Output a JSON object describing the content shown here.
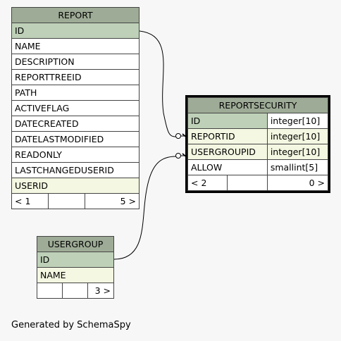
{
  "report": {
    "title": "REPORT",
    "columns": [
      "ID",
      "NAME",
      "DESCRIPTION",
      "REPORTTREEID",
      "PATH",
      "ACTIVEFLAG",
      "DATECREATED",
      "DATELASTMODIFIED",
      "READONLY",
      "LASTCHANGEDUSERID",
      "USERID"
    ],
    "footer_left": "< 1",
    "footer_right": "5 >"
  },
  "reportsecurity": {
    "title": "REPORTSECURITY",
    "columns": [
      {
        "name": "ID",
        "type": "integer[10]"
      },
      {
        "name": "REPORTID",
        "type": "integer[10]"
      },
      {
        "name": "USERGROUPID",
        "type": "integer[10]"
      },
      {
        "name": "ALLOW",
        "type": "smallint[5]"
      }
    ],
    "footer_left": "< 2",
    "footer_right": "0 >"
  },
  "usergroup": {
    "title": "USERGROUP",
    "columns": [
      "ID",
      "NAME"
    ],
    "footer_right": "3 >"
  },
  "generated_by": "Generated by SchemaSpy",
  "colors": {
    "header": "#9eab96",
    "primary_key": "#bed1b8",
    "foreign_key": "#f4f7e1",
    "background": "#f7f7f7"
  }
}
